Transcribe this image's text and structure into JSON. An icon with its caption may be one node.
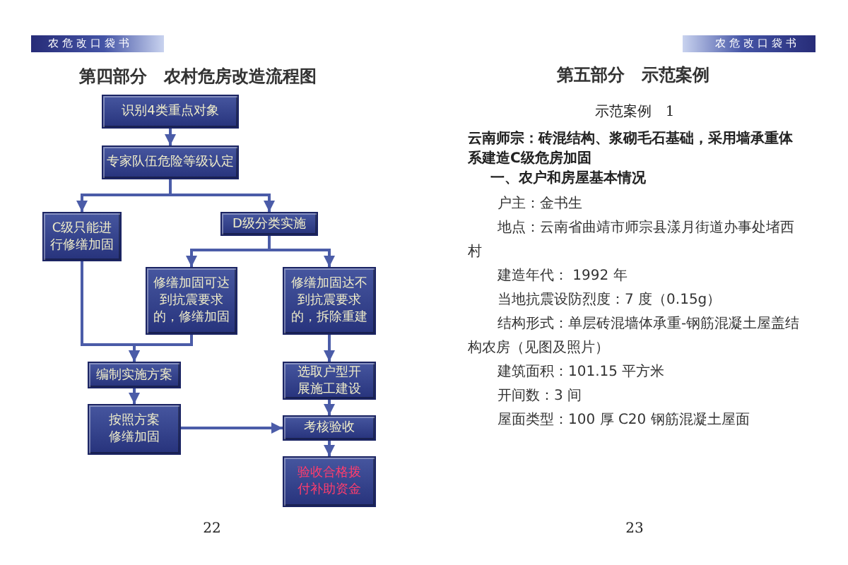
{
  "diagram": {
    "title": "第四部分　农村危房改造流程图",
    "nodes": [
      {
        "text": [
          "识别4类重点对象"
        ]
      },
      {
        "text": [
          "专家队伍危险等级认定"
        ]
      },
      {
        "text": [
          "C级只能进行修缮加固"
        ]
      },
      {
        "text": [
          "D级分类实施"
        ]
      },
      {
        "text": [
          "修缮加固可达到抗震要求的，修缮加固"
        ]
      },
      {
        "text": [
          "修缮加固达不到抗震要求的，拆除重建"
        ]
      },
      {
        "text": [
          "编制实施方案"
        ]
      },
      {
        "text": [
          "选取户型开展施工建设"
        ]
      },
      {
        "text": [
          "按照方案修缮加固"
        ]
      },
      {
        "text": [
          "考核验收"
        ]
      },
      {
        "text": [
          "验收合格拨付补助资金"
        ]
      }
    ],
    "edges": [
      {
        "from": 0,
        "to": 1,
        "arrow": "to"
      },
      {
        "from": 1,
        "to": 2,
        "arrow": "to"
      },
      {
        "from": 1,
        "to": 3,
        "arrow": "to"
      },
      {
        "from": 3,
        "to": 4,
        "arrow": "to"
      },
      {
        "from": 3,
        "to": 5,
        "arrow": "to"
      },
      {
        "from": 2,
        "to": 6,
        "arrow": "to"
      },
      {
        "from": 4,
        "to": 6,
        "arrow": "to"
      },
      {
        "from": 5,
        "to": 7,
        "arrow": "to"
      },
      {
        "from": 6,
        "to": 8,
        "arrow": "to"
      },
      {
        "from": 7,
        "to": 9,
        "arrow": "to"
      },
      {
        "from": 8,
        "to": 9,
        "arrow": "to"
      },
      {
        "from": 9,
        "to": 10,
        "arrow": "to"
      }
    ],
    "labels": [
      "农危改口袋书",
      "22",
      "农危改口袋书",
      "第五部分　示范案例",
      "示范案例　1",
      "云南师宗：砖混结构、浆砌毛石基础，采用墙承重体系建造C级危房加固",
      "一、农户和房屋基本情况",
      "户主：金书生",
      "地点：云南省曲靖市师宗县漾月街道办事处堵西村",
      "建造年代： 1992 年",
      "当地抗震设防烈度：7 度（0.15g）",
      "结构形式：单层砖混墙体承重-钢筋混凝土屋盖结构农房（见图及照片）",
      "建筑面积：101.15 平方米",
      "开间数：3 间",
      "屋面类型：100 厚 C20 钢筋混凝土屋面",
      "23"
    ]
  }
}
